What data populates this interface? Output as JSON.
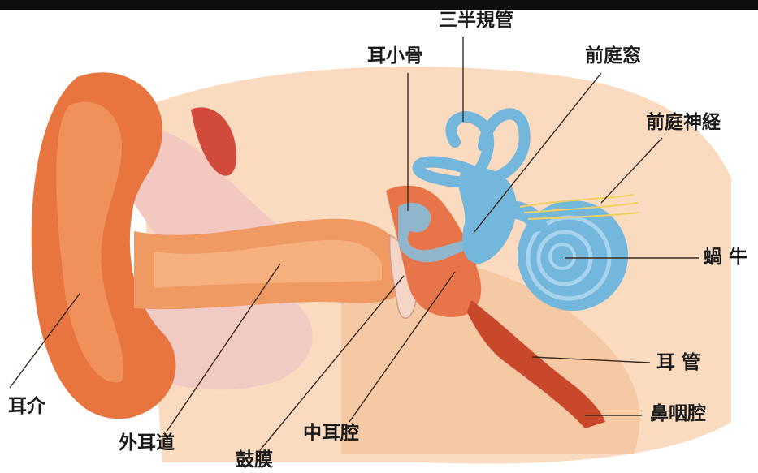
{
  "title": "",
  "colors": {
    "background": "#ffffff",
    "skin": "#f7b98a",
    "auricle": "#e8743f",
    "canal": "#ef9a62",
    "inner_ear": "#74b7dd",
    "tube": "#c9472b",
    "leader": "#3a2a20"
  },
  "labels": {
    "semicircular_canals": "三半規管",
    "ossicles": "耳小骨",
    "oval_window": "前庭窓",
    "vestibular_nerve": "前庭神経",
    "cochlea": "蝸 牛",
    "eustachian_tube": "耳 管",
    "nasopharynx": "鼻咽腔",
    "middle_ear_cavity": "中耳腔",
    "eardrum": "鼓膜",
    "external_canal": "外耳道",
    "auricle": "耳介"
  }
}
